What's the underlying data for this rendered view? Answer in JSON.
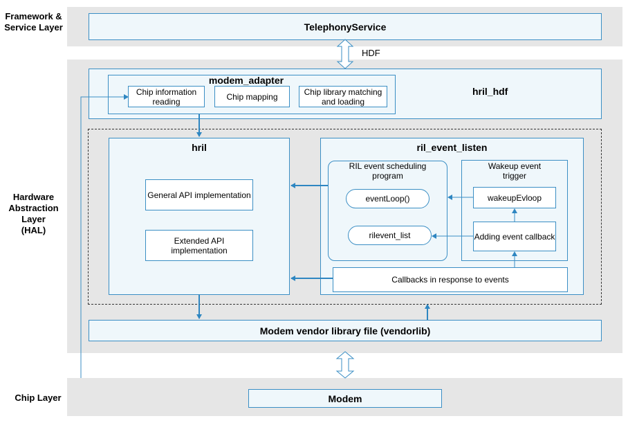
{
  "layers": {
    "framework": "Framework &\nService Layer",
    "hal": "Hardware\nAbstraction\nLayer\n(HAL)",
    "chip": "Chip Layer"
  },
  "telephony_service": "TelephonyService",
  "hdf_label": "HDF",
  "hril_hdf": "hril_hdf",
  "modem_adapter": {
    "title": "modem_adapter",
    "items": [
      "Chip information\nreading",
      "Chip mapping",
      "Chip library matching\nand loading"
    ]
  },
  "hril": {
    "title": "hril",
    "general_api": "General API implementation",
    "extended_api": "Extended API\nimplementation"
  },
  "ril_event_listen": {
    "title": "ril_event_listen",
    "scheduling_title": "RIL event scheduling\nprogram",
    "event_loop": "eventLoop()",
    "rilevent_list": "rilevent_list",
    "wakeup_title": "Wakeup event\ntrigger",
    "wakeup_evloop": "wakeupEvloop",
    "adding_callback": "Adding event callback",
    "callbacks": "Callbacks in response to events"
  },
  "vendorlib": "Modem vendor library file (vendorlib)",
  "modem": "Modem",
  "colors": {
    "band": "#e6e6e6",
    "box_fill": "#eff7fb",
    "border": "#3a8ec4",
    "arrow": "#2e86c1"
  }
}
